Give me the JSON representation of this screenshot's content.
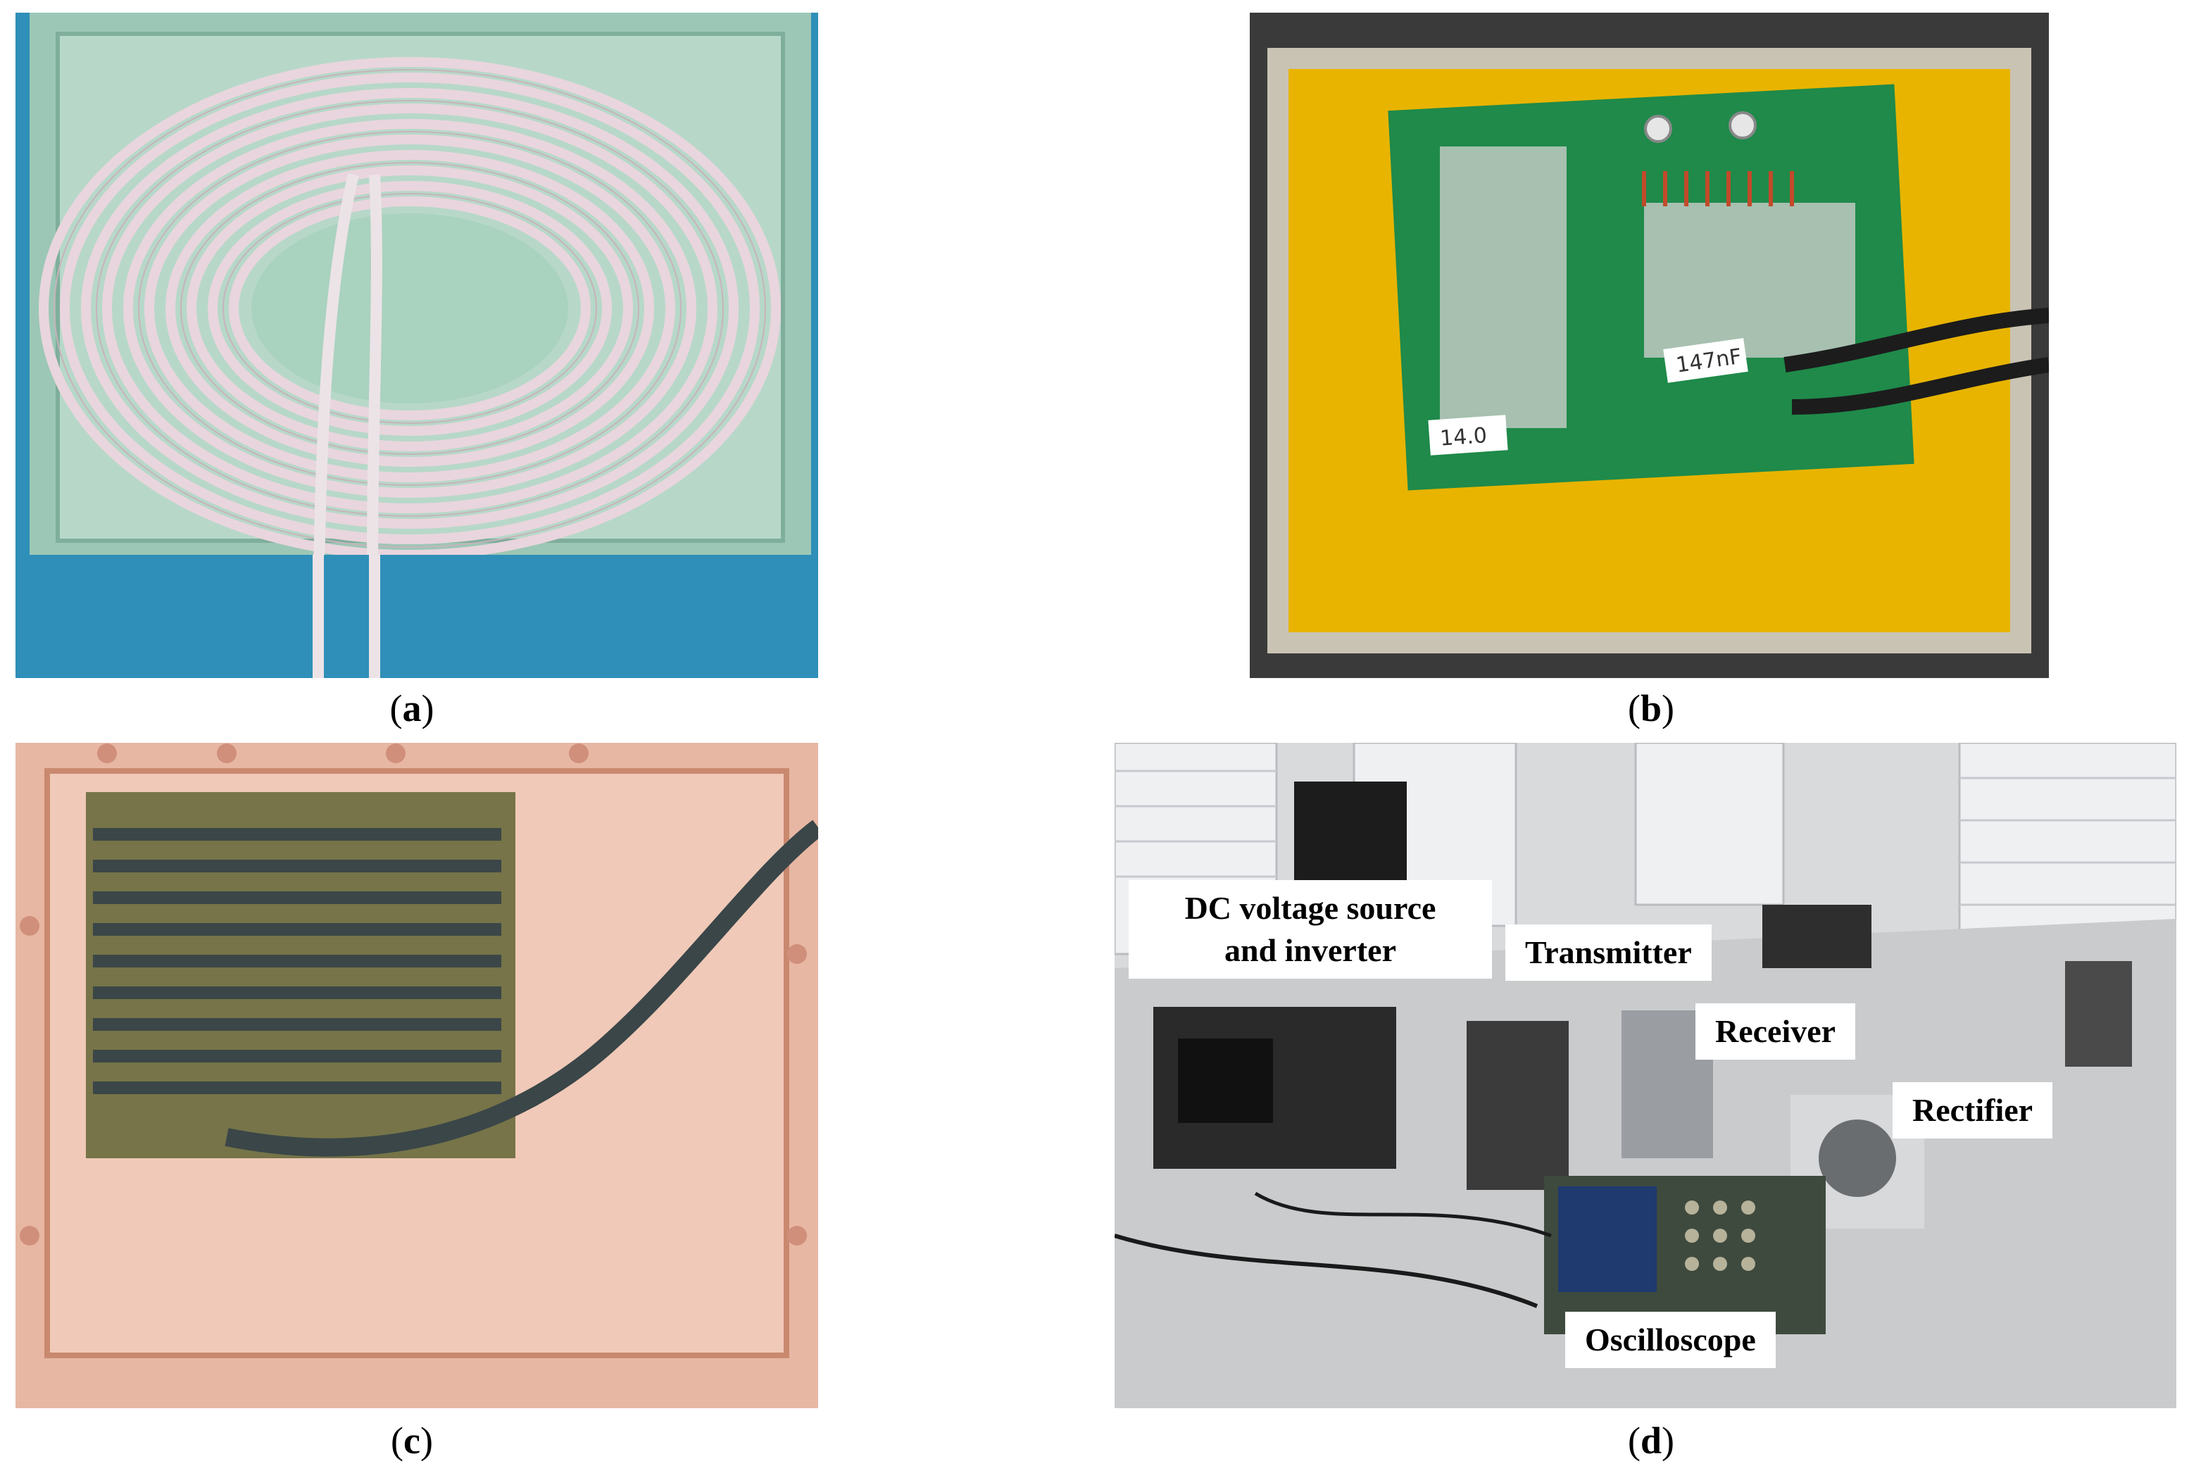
{
  "figure": {
    "panels": [
      {
        "id": "a",
        "caption": "a",
        "description_icon": "spiral-coil-photo"
      },
      {
        "id": "b",
        "caption": "b",
        "description_icon": "capacitor-board-photo"
      },
      {
        "id": "c",
        "caption": "c",
        "description_icon": "receiver-coil-photo"
      },
      {
        "id": "d",
        "caption": "d",
        "description_icon": "experimental-setup-photo"
      }
    ],
    "setup_labels": {
      "dc_source_line1": "DC voltage source",
      "dc_source_line2": "and inverter",
      "transmitter": "Transmitter",
      "receiver": "Receiver",
      "rectifier": "Rectifier",
      "oscilloscope": "Oscilloscope"
    },
    "board_notes": {
      "cap_label": "147nF",
      "res_label": "14.0"
    }
  }
}
